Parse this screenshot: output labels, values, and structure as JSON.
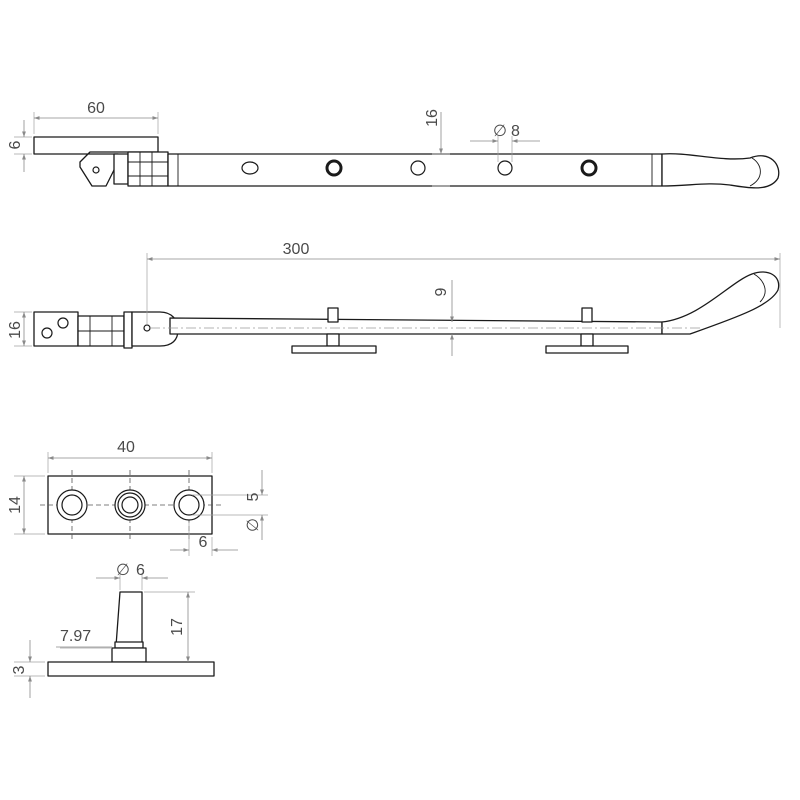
{
  "dimensions": {
    "top_plate_length": "60",
    "top_plate_thickness": "6",
    "arm_height_top": "16",
    "hole_diameter": "8",
    "arm_length": "300",
    "arm_offset": "9",
    "hinge_height": "16",
    "plate_length": "40",
    "plate_height": "14",
    "plate_hole_diameter": "5",
    "plate_hole_offset": "6",
    "pin_diameter": "6",
    "pin_height": "17",
    "pin_collar": "7.97",
    "pin_plate_thickness": "3"
  },
  "diameter_symbol": "∅",
  "colors": {
    "line": "#1a1a1a",
    "dimension": "#8a8a8a",
    "text": "#4a4a4a"
  }
}
